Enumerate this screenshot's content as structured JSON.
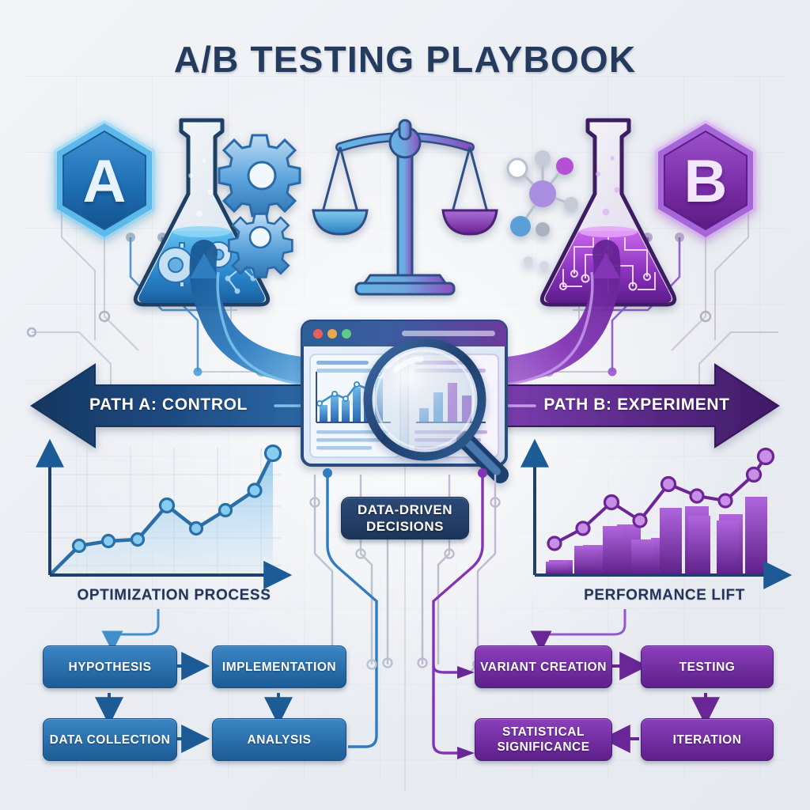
{
  "page": {
    "title": "A/B TESTING PLAYBOOK",
    "background_color": "#edeff3",
    "title_color": "#243b5e"
  },
  "badges": {
    "hex_a": {
      "letter": "A",
      "color": "#1f6fb5"
    },
    "hex_b": {
      "letter": "B",
      "color": "#7b2ea8"
    }
  },
  "paths": {
    "left": {
      "label": "PATH A: CONTROL",
      "color": "#1e4b82",
      "direction": "left"
    },
    "right": {
      "label": "PATH B: EXPERIMENT",
      "color": "#4b2374",
      "direction": "right"
    }
  },
  "center": {
    "decision_badge": {
      "line1": "DATA-DRIVEN",
      "line2": "DECISIONS",
      "color": "#23416b"
    },
    "browser": {
      "dots": [
        "#e8615c",
        "#e9aa4e",
        "#62c濾"
      ],
      "traffic_lights": [
        "red-dot",
        "yellow-dot",
        "green-dot"
      ]
    },
    "icons": [
      "balance-scale-icon",
      "magnifier-icon",
      "browser-window-icon",
      "flask-blue-icon",
      "flask-purple-icon"
    ]
  },
  "charts": {
    "left": {
      "caption": "OPTIMIZATION PROCESS",
      "color": "#2e7fc4"
    },
    "right": {
      "caption": "PERFORMANCE LIFT",
      "color": "#8b3fbd"
    }
  },
  "flow_left": {
    "color": "#1c5b96",
    "boxes": [
      {
        "id": "hypothesis",
        "label": "HYPOTHESIS"
      },
      {
        "id": "implementation",
        "label": "IMPLEMENTATION"
      },
      {
        "id": "data-collection",
        "label": "DATA COLLECTION"
      },
      {
        "id": "analysis",
        "label": "ANALYSIS"
      }
    ]
  },
  "flow_right": {
    "color": "#5d2088",
    "boxes": [
      {
        "id": "variant-creation",
        "label": "VARIANT CREATION"
      },
      {
        "id": "testing",
        "label": "TESTING"
      },
      {
        "id": "statistical-significance",
        "label": "STATISTICAL SIGNIFICANCE"
      },
      {
        "id": "iteration",
        "label": "ITERATION"
      }
    ]
  },
  "chart_data": [
    {
      "type": "area",
      "title": "OPTIMIZATION PROCESS",
      "xlabel": "",
      "ylabel": "",
      "grid": true,
      "legend": "none",
      "color": "#2e7fc4",
      "x": [
        0,
        1,
        2,
        3,
        4,
        5,
        6,
        7,
        8,
        9
      ],
      "values": [
        0,
        22,
        34,
        35,
        62,
        45,
        52,
        66,
        88,
        88
      ],
      "xlim": [
        0,
        9
      ],
      "ylim": [
        0,
        100
      ],
      "marker_count": 9
    },
    {
      "type": "bar",
      "title": "PERFORMANCE LIFT",
      "xlabel": "",
      "ylabel": "",
      "grid": false,
      "legend": "none",
      "color": "#8b3fbd",
      "categories": [
        "1",
        "2",
        "3",
        "4",
        "5",
        "6",
        "7",
        "8"
      ],
      "values": [
        13,
        31,
        45,
        36,
        60,
        54,
        50,
        68
      ],
      "ylim": [
        0,
        100
      ],
      "series": [
        {
          "name": "trend",
          "type": "line",
          "values": [
            28,
            45,
            58,
            42,
            72,
            66,
            62,
            80,
            92
          ]
        }
      ]
    }
  ]
}
